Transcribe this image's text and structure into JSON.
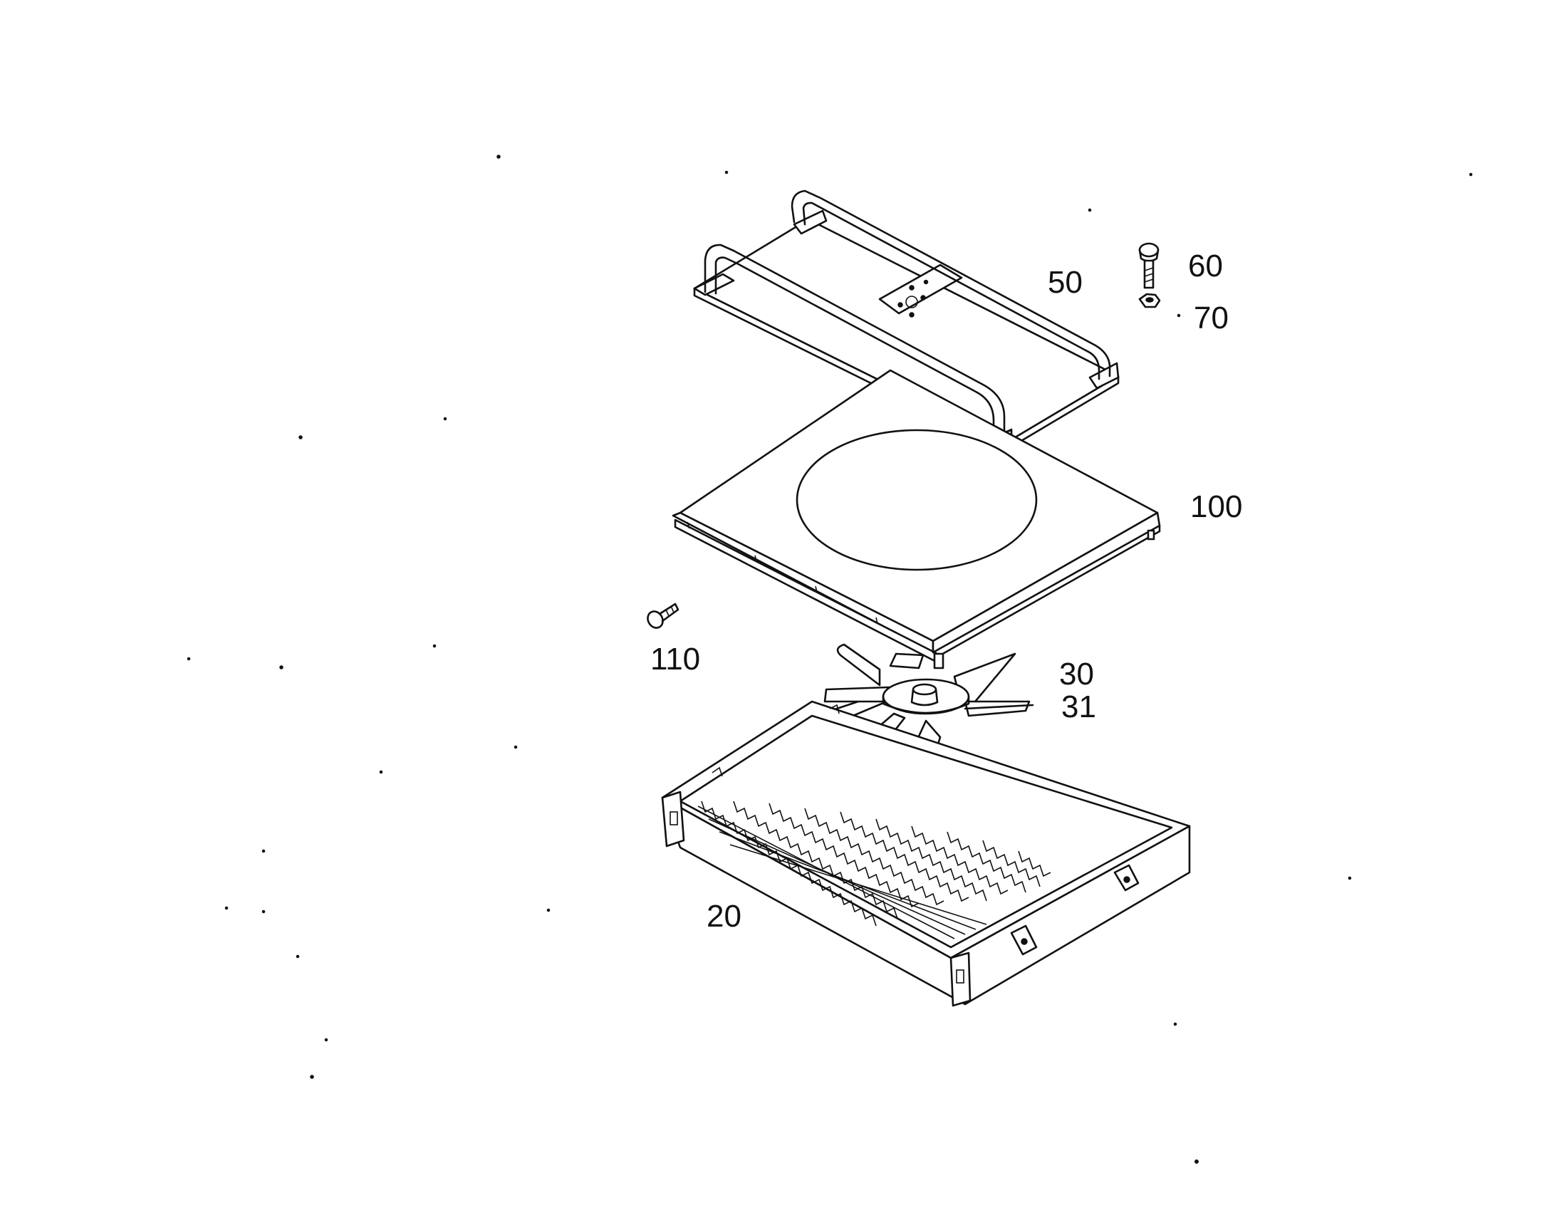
{
  "callouts": {
    "p50": "50",
    "p60": "60",
    "p70": "70",
    "p100": "100",
    "p110": "110",
    "p30": "30",
    "p31": "31",
    "p20": "20"
  },
  "colors": {
    "line": "#111111",
    "background": "#ffffff"
  }
}
